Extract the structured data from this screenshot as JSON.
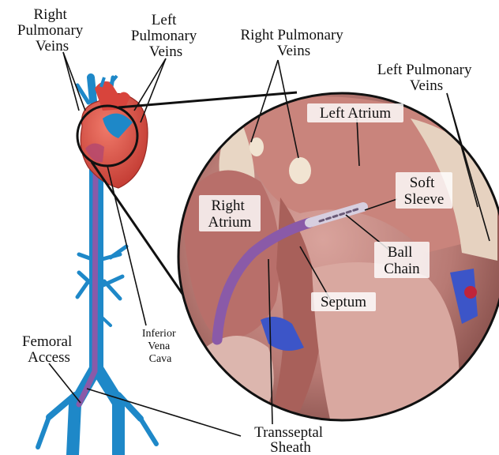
{
  "labels": {
    "right_pulmonary_veins_left": [
      "Right",
      "Pulmonary",
      "Veins"
    ],
    "left_pulmonary_veins_left": [
      "Left",
      "Pulmonary",
      "Veins"
    ],
    "right_pulmonary_veins_inset": [
      "Right Pulmonary",
      "Veins"
    ],
    "left_pulmonary_veins_inset": [
      "Left Pulmonary",
      "Veins"
    ],
    "left_atrium": "Left Atrium",
    "right_atrium": [
      "Right",
      "Atrium"
    ],
    "soft_sleeve": [
      "Soft",
      "Sleeve"
    ],
    "ball_chain": [
      "Ball",
      "Chain"
    ],
    "septum": "Septum",
    "inferior_vena_cava": [
      "Inferior",
      "Vena",
      "Cava"
    ],
    "femoral_access": [
      "Femoral",
      "Access"
    ],
    "transseptal_sheath": [
      "Transseptal",
      "Sheath"
    ]
  },
  "colors": {
    "vein_blue": "#1e88c8",
    "sheath_purple": "#8a5aa8",
    "heart_red": "#d8443c",
    "tissue_pink": "#c98a86",
    "outline": "#111111"
  }
}
